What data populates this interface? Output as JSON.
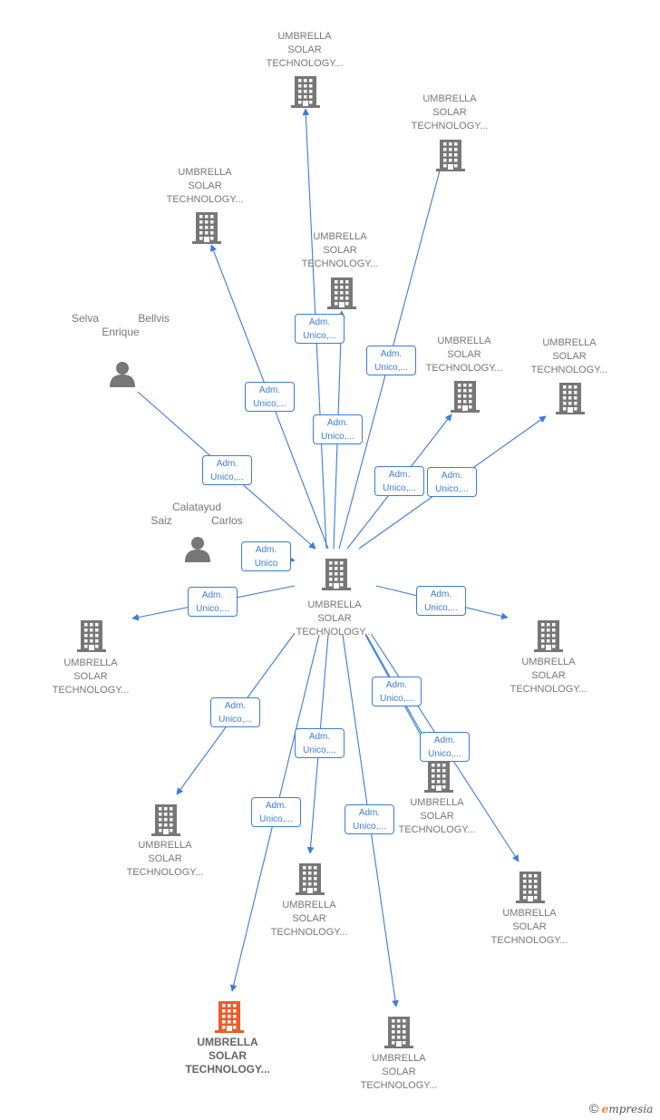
{
  "colors": {
    "edge": "#3b7dd8",
    "building": "#777777",
    "highlight": "#f05a28",
    "person": "#777777"
  },
  "center": {
    "label": "UMBRELLA SOLAR TECHNOLOGY...",
    "icon": "building-icon"
  },
  "companies": [
    {
      "id": "c1",
      "label": "UMBRELLA SOLAR TECHNOLOGY...",
      "icon": "building-icon"
    },
    {
      "id": "c2",
      "label": "UMBRELLA SOLAR TECHNOLOGY...",
      "icon": "building-icon"
    },
    {
      "id": "c3",
      "label": "UMBRELLA SOLAR TECHNOLOGY...",
      "icon": "building-icon"
    },
    {
      "id": "c4",
      "label": "UMBRELLA SOLAR TECHNOLOGY...",
      "icon": "building-icon"
    },
    {
      "id": "c5",
      "label": "UMBRELLA SOLAR TECHNOLOGY...",
      "icon": "building-icon"
    },
    {
      "id": "c6",
      "label": "UMBRELLA SOLAR TECHNOLOGY...",
      "icon": "building-icon"
    },
    {
      "id": "c7",
      "label": "UMBRELLA SOLAR TECHNOLOGY...",
      "icon": "building-icon"
    },
    {
      "id": "c8",
      "label": "UMBRELLA SOLAR TECHNOLOGY...",
      "icon": "building-icon"
    },
    {
      "id": "c9",
      "label": "UMBRELLA SOLAR TECHNOLOGY...",
      "icon": "building-icon"
    },
    {
      "id": "c10",
      "label": "UMBRELLA SOLAR TECHNOLOGY...",
      "icon": "building-icon"
    },
    {
      "id": "c11",
      "label": "UMBRELLA SOLAR TECHNOLOGY...",
      "icon": "building-icon"
    },
    {
      "id": "c12",
      "label": "UMBRELLA SOLAR TECHNOLOGY...",
      "icon": "building-icon"
    },
    {
      "id": "c13",
      "label": "UMBRELLA SOLAR TECHNOLOGY...",
      "icon": "building-icon"
    },
    {
      "id": "c14",
      "label": "UMBRELLA SOLAR TECHNOLOGY...",
      "icon": "building-icon",
      "highlight": true
    },
    {
      "id": "c15",
      "label": "UMBRELLA SOLAR TECHNOLOGY...",
      "icon": "building-icon"
    }
  ],
  "persons": [
    {
      "id": "p1",
      "label": "Selva Bellvis Enrique",
      "icon": "person-icon"
    },
    {
      "id": "p2",
      "label": "Calatayud Saiz Carlos",
      "icon": "person-icon"
    }
  ],
  "relations": [
    {
      "label_lines": [
        "Adm.",
        "Unico,..."
      ]
    },
    {
      "label_lines": [
        "Adm.",
        "Unico"
      ]
    },
    {
      "label_lines": [
        "Adm.",
        "Unico,..."
      ]
    },
    {
      "label_lines": [
        "Adm.",
        "Unico,..."
      ]
    },
    {
      "label_lines": [
        "Adm.",
        "Unico,..."
      ]
    },
    {
      "label_lines": [
        "Adm.",
        "Unico,..."
      ]
    },
    {
      "label_lines": [
        "Adm.",
        "Unico,..."
      ]
    },
    {
      "label_lines": [
        "Adm.",
        "Unico,..."
      ]
    },
    {
      "label_lines": [
        "Adm.",
        "Unico,..."
      ]
    },
    {
      "label_lines": [
        "Adm.",
        "Unico,..."
      ]
    },
    {
      "label_lines": [
        "Adm.",
        "Unico,..."
      ]
    },
    {
      "label_lines": [
        "Adm.",
        "Unico,..."
      ]
    },
    {
      "label_lines": [
        "Adm.",
        "Unico,..."
      ]
    },
    {
      "label_lines": [
        "Adm.",
        "Unico,..."
      ]
    },
    {
      "label_lines": [
        "Adm.",
        "Unico,..."
      ]
    },
    {
      "label_lines": [
        "Adm.",
        "Unico,..."
      ]
    },
    {
      "label_lines": [
        "Adm.",
        "Unico,..."
      ]
    }
  ],
  "watermark": {
    "copyright": "©",
    "brand_initial": "e",
    "brand_rest": "mpresia"
  }
}
